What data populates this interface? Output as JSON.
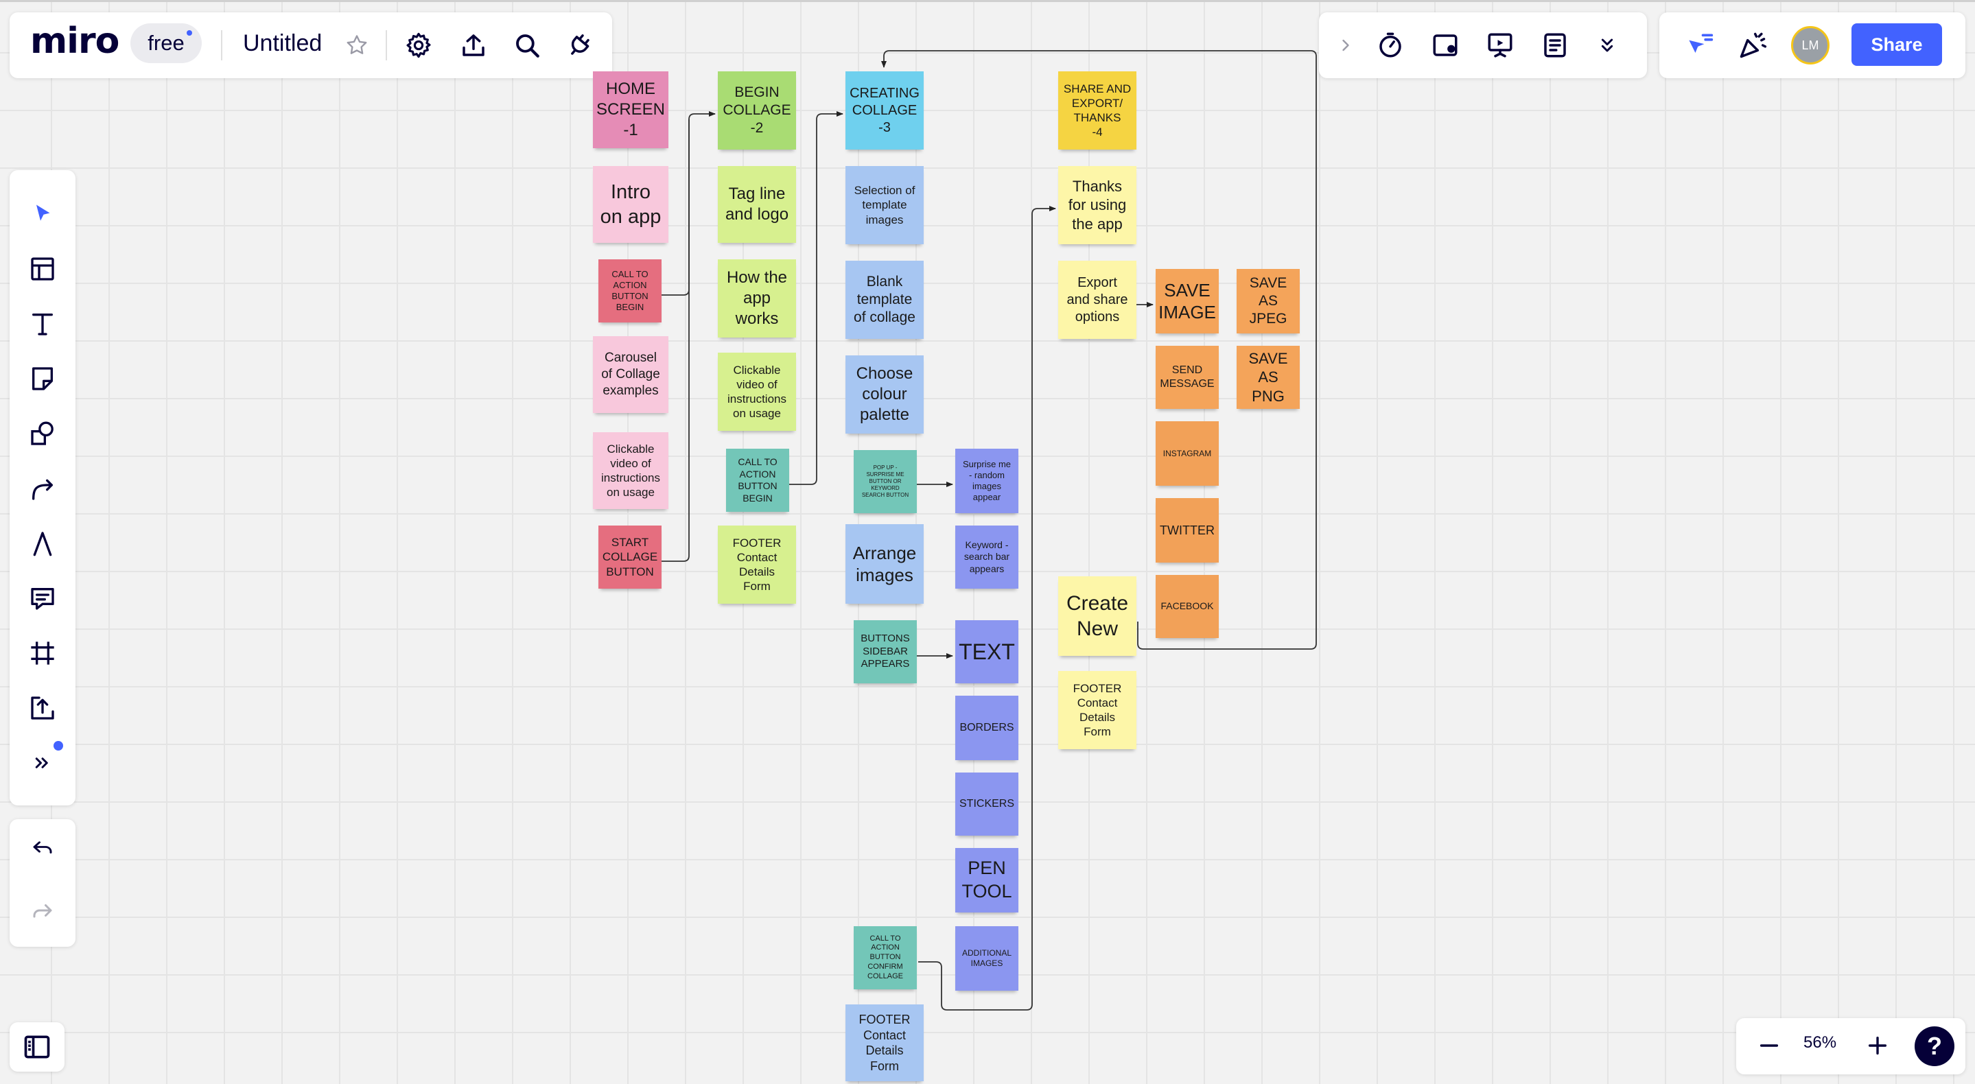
{
  "app": {
    "logo": "miro",
    "plan_badge": "free",
    "board_title": "Untitled",
    "share_label": "Share",
    "avatar_initials": "LM",
    "zoom_level": "56%",
    "help_label": "?"
  },
  "toolbar_top_left": {
    "icons": [
      "star-icon",
      "gear-icon",
      "upload-icon",
      "search-icon",
      "plug-icon"
    ]
  },
  "toolbar_top_right": {
    "icons": [
      "chevron-right-icon",
      "timer-icon",
      "card-icon",
      "presentation-icon",
      "notes-icon",
      "double-chevron-down-icon"
    ]
  },
  "toolbar_collab": {
    "icons": [
      "cursor-flag-icon",
      "celebrate-icon"
    ]
  },
  "left_toolbar": {
    "tools": [
      "select-tool",
      "templates-tool",
      "text-tool",
      "sticky-note-tool",
      "shapes-tool",
      "connector-tool",
      "pen-tool",
      "comment-tool",
      "frame-tool",
      "upload-tool",
      "more-tools"
    ]
  },
  "undo_panel": {
    "tools": [
      "undo-tool",
      "redo-tool"
    ]
  },
  "colors": {
    "accent": "#4262ff",
    "ink": "#050038"
  },
  "notes": {
    "n01": "HOME\nSCREEN\n-1",
    "n02": "Intro\non app",
    "n03": "CALL TO\nACTION\nBUTTON\nBEGIN",
    "n04": "Carousel\nof Collage\nexamples",
    "n05": "Clickable\nvideo of\ninstructions\non usage",
    "n06": "START\nCOLLAGE\nBUTTON",
    "n07": "BEGIN\nCOLLAGE\n-2",
    "n08": "Tag line\nand logo",
    "n09": "How the\napp\nworks",
    "n10": "Clickable\nvideo of\ninstructions\non usage",
    "n11": "CALL TO\nACTION\nBUTTON\nBEGIN",
    "n12": "FOOTER\nContact\nDetails\nForm",
    "n13": "CREATING\nCOLLAGE\n-3",
    "n14": "Selection of\ntemplate\nimages",
    "n15": "Blank\ntemplate\nof collage",
    "n16": "Choose\ncolour\npalette",
    "n17": "POP UP -\nSURPRISE ME\nBUTTON OR\nKEYWORD\nSEARCH BUTTON",
    "n18": "Surprise me\n- random\nimages\nappear",
    "n19": "Arrange\nimages",
    "n20": "Keyword -\nsearch bar\nappears",
    "n21": "BUTTONS\nSIDEBAR\nAPPEARS",
    "n22": "TEXT",
    "n23": "BORDERS",
    "n24": "STICKERS",
    "n25": "PEN\nTOOL",
    "n26": "CALL TO\nACTION\nBUTTON\nCONFIRM\nCOLLAGE",
    "n27": "ADDITIONAL\nIMAGES",
    "n28": "FOOTER\nContact\nDetails\nForm",
    "n29": "SHARE AND\nEXPORT/\nTHANKS\n-4",
    "n30": "Thanks\nfor using\nthe app",
    "n31": "Export\nand share\noptions",
    "n32": "SAVE\nIMAGE",
    "n33": "SAVE\nAS JPEG",
    "n34": "SEND\nMESSAGE",
    "n35": "SAVE\nAS PNG",
    "n36": "INSTAGRAM",
    "n37": "TWITTER",
    "n38": "FACEBOOK",
    "n39": "Create\nNew",
    "n40": "FOOTER\nContact\nDetails\nForm"
  }
}
